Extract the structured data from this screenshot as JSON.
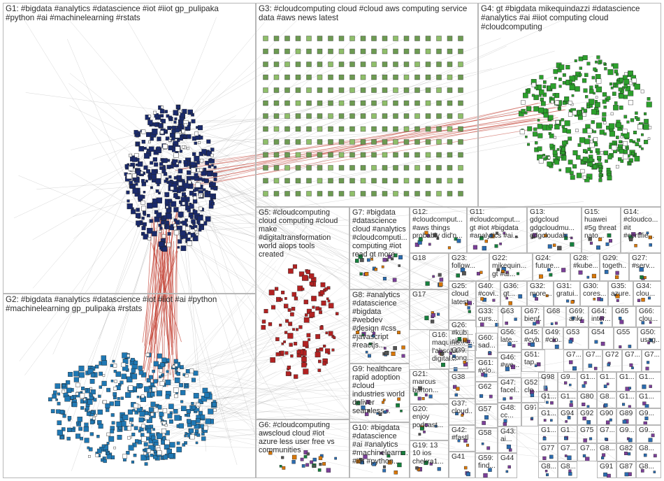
{
  "groups": [
    {
      "id": "G1",
      "label": "G1: #bigdata #analytics #datascience #iot #iiot gp_pulipaka\n#python #ai #machinelearning #rstats"
    },
    {
      "id": "G2",
      "label": "G2: #bigdata #analytics #datascience #iot #iiot #ai #python\n#machinelearning gp_pulipaka #rstats"
    },
    {
      "id": "G3",
      "label": "G3: #cloudcomputing cloud #cloud aws computing service\ndata #aws news latest"
    },
    {
      "id": "G4",
      "label": "G4: gt #bigdata mikequindazzi #datascience\n#analytics #ai #iiot computing cloud\n#cloudcomputing"
    },
    {
      "id": "G5",
      "label": "G5: #cloudcomputing\ncloud computing #cloud\nmake\n#digitaltransformation\nworld aiops tools\ncreated"
    },
    {
      "id": "G6",
      "label": "G6: #cloudcomputing\nawscloud cloud #iot\nazure less user free vs\ncommunities"
    },
    {
      "id": "G7",
      "label": "G7: #bigdata\n#datascience\ncloud #analytics\n#cloudcomputi...\ncomputing #iot\nread gt more"
    },
    {
      "id": "G8",
      "label": "G8: #analytics\n#datascience\n#bigdata\n#webdev\n#design #css\n#javascript\n#reactjs..."
    },
    {
      "id": "G9",
      "label": "G9: healthcare\nrapid adoption\n#cloud\nindustries world\ndeliver\nseamless..."
    },
    {
      "id": "G10",
      "label": "G10: #bigdata\n#datascience\n#ai #analytics\n#machinelearn...\n#iot #python..."
    },
    {
      "id": "G11",
      "label": "G11: #cloudcomput...\ngt #iot #bigdata\n#analytics #ai..."
    },
    {
      "id": "G12",
      "label": "G12:\n#cloudcomput...\n#aws things\nprobably did'n..."
    },
    {
      "id": "G13",
      "label": "G13:\ngdgcloud\ngdgcloudmu...\ngdgcloudah..."
    },
    {
      "id": "G14",
      "label": "G14:\n#cloudco...\n#it\n#certifie..."
    },
    {
      "id": "G15",
      "label": "G15:\nhuawei\n#5g threat\nnato..."
    },
    {
      "id": "G16",
      "label": "G16:\nmaquine...\nl'absolut\ndigital..."
    },
    {
      "id": "G17",
      "label": "G17"
    },
    {
      "id": "G18",
      "label": "G18"
    },
    {
      "id": "G19",
      "label": "G19: 13\n10 ios\nchekra1..."
    },
    {
      "id": "G20",
      "label": "G20:\nenjoy\npodcast..."
    },
    {
      "id": "G21",
      "label": "G21:\nmarcus\nburton..."
    },
    {
      "id": "G22",
      "label": "G22:\nmikequin...\ngt #ai..."
    },
    {
      "id": "G23",
      "label": "G23:\nfollow..."
    },
    {
      "id": "G24",
      "label": "G24:\nfuture..."
    },
    {
      "id": "G25",
      "label": "G25:\ncloud\nlatest..."
    },
    {
      "id": "G26",
      "label": "G26:\n#kub...\ncloud..."
    },
    {
      "id": "G27",
      "label": "G27:\n#serv..."
    },
    {
      "id": "G28",
      "label": "G28:\n#kube..."
    },
    {
      "id": "G29",
      "label": "G29:\ntogeth..."
    },
    {
      "id": "G30",
      "label": "G30:\ncores..."
    },
    {
      "id": "G31",
      "label": "G31:\ngratui..."
    },
    {
      "id": "G32",
      "label": "G32:\nmore..."
    },
    {
      "id": "G33",
      "label": "G33:\ncurs..."
    },
    {
      "id": "G34",
      "label": "G34:\nclou..."
    },
    {
      "id": "G35",
      "label": "G35:\nazure..."
    },
    {
      "id": "G36",
      "label": "G36:\ngt..."
    },
    {
      "id": "G37",
      "label": "G37:\ncloud..."
    },
    {
      "id": "G38",
      "label": "G38"
    },
    {
      "id": "G39",
      "label": "G39:\nconq..."
    },
    {
      "id": "G40",
      "label": "G40:\n#covi..."
    },
    {
      "id": "G41",
      "label": "G41"
    },
    {
      "id": "G42",
      "label": "G42:\n#fastl"
    },
    {
      "id": "G43",
      "label": "G43:\nai..."
    },
    {
      "id": "G44",
      "label": "G44"
    },
    {
      "id": "G45",
      "label": "G45:\n#cyb..."
    },
    {
      "id": "G46",
      "label": "G46:\n#we..."
    },
    {
      "id": "G47",
      "label": "G47:\nfacel..."
    },
    {
      "id": "G48",
      "label": "G48:\ncc..."
    },
    {
      "id": "G49",
      "label": "G49:\n#clo..."
    },
    {
      "id": "G50",
      "label": "G50:\nusag..."
    },
    {
      "id": "G51",
      "label": "G51:\ntap..."
    },
    {
      "id": "G52",
      "label": "G52:\nclo..."
    },
    {
      "id": "G53",
      "label": "G53"
    },
    {
      "id": "G54",
      "label": "G54"
    },
    {
      "id": "G55",
      "label": "G55"
    },
    {
      "id": "G56",
      "label": "G56:\nlate..."
    },
    {
      "id": "G57",
      "label": "G57"
    },
    {
      "id": "G58",
      "label": "G58"
    },
    {
      "id": "G59",
      "label": "G59:\nfind..."
    },
    {
      "id": "G60",
      "label": "G60:\nsad..."
    },
    {
      "id": "G61",
      "label": "G61:\n#clo..."
    },
    {
      "id": "G62",
      "label": "G62"
    },
    {
      "id": "G63",
      "label": "G63"
    },
    {
      "id": "G64",
      "label": "G64:\ninter..."
    },
    {
      "id": "G65",
      "label": "G65"
    },
    {
      "id": "G66",
      "label": "G66:\nclou..."
    },
    {
      "id": "G67",
      "label": "G67:\nbienf..."
    },
    {
      "id": "G68",
      "label": "G68"
    },
    {
      "id": "G69",
      "label": "G69:\nankr"
    },
    {
      "id": "G70",
      "label": "G7..."
    },
    {
      "id": "G71",
      "label": "G7..."
    },
    {
      "id": "G72",
      "label": "G72"
    },
    {
      "id": "G73",
      "label": "G7..."
    },
    {
      "id": "G74",
      "label": "G7..."
    },
    {
      "id": "G75",
      "label": "G75"
    },
    {
      "id": "G76",
      "label": "G7..."
    },
    {
      "id": "G77",
      "label": "G77"
    },
    {
      "id": "G78",
      "label": "G7..."
    },
    {
      "id": "G79",
      "label": "G7..."
    },
    {
      "id": "G80",
      "label": "G80"
    },
    {
      "id": "G81",
      "label": "G8..."
    },
    {
      "id": "G82",
      "label": "G82"
    },
    {
      "id": "G83",
      "label": "G8..."
    },
    {
      "id": "G84",
      "label": "G8..."
    },
    {
      "id": "G85",
      "label": "G8..."
    },
    {
      "id": "G86",
      "label": "G8..."
    },
    {
      "id": "G87",
      "label": "G87"
    },
    {
      "id": "G88",
      "label": "G8..."
    },
    {
      "id": "G89",
      "label": "G89"
    },
    {
      "id": "G90",
      "label": "G90"
    },
    {
      "id": "G91",
      "label": "G91"
    },
    {
      "id": "G92",
      "label": "G92"
    },
    {
      "id": "G93",
      "label": "G9..."
    },
    {
      "id": "G94",
      "label": "G94"
    },
    {
      "id": "G95",
      "label": "G9..."
    },
    {
      "id": "G96",
      "label": "G9..."
    },
    {
      "id": "G97",
      "label": "G97"
    },
    {
      "id": "G98",
      "label": "G98"
    },
    {
      "id": "G99",
      "label": "G9..."
    },
    {
      "id": "G100",
      "label": "G1..."
    },
    {
      "id": "G101",
      "label": "G1..."
    },
    {
      "id": "G102",
      "label": "G1..."
    },
    {
      "id": "G103",
      "label": "G1..."
    },
    {
      "id": "G104",
      "label": "G1..."
    },
    {
      "id": "G105",
      "label": "G1..."
    },
    {
      "id": "G106",
      "label": "G1..."
    },
    {
      "id": "G107",
      "label": "G1..."
    },
    {
      "id": "G108",
      "label": "G1..."
    },
    {
      "id": "G109",
      "label": "G1..."
    },
    {
      "id": "G110",
      "label": "G1..."
    }
  ],
  "colors": {
    "G1": "#1a2a6c",
    "G2": "#1f78b4",
    "G3": "#5f8f4e",
    "G4": "#2ca02c",
    "G5": "#b22222",
    "G6": "#7f7f7f",
    "edge": "#8a8a8a",
    "edge_strong": "#c0392b",
    "border": "#b8b8b8"
  }
}
